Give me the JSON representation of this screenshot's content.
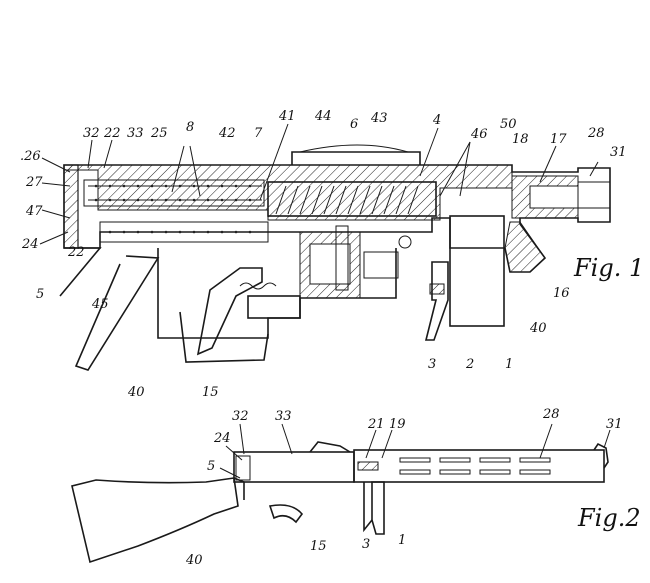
{
  "fig1": {
    "title": "Fig. 1",
    "labels": {
      "n26": ".26",
      "n32": "32",
      "n22a": "22",
      "n33": "33",
      "n25": "25",
      "n8": "8",
      "n42": "42",
      "n7": "7",
      "n41": "41",
      "n44": "44",
      "n6": "6",
      "n43": "43",
      "n4": "4",
      "n46": "46",
      "n50": "50",
      "n18": "18",
      "n17": "17",
      "n28": "28",
      "n31": "31",
      "n27": "27",
      "n47": "47",
      "n24": "24",
      "n22b": "22",
      "n5": "5",
      "n45": "45",
      "n40a": "40",
      "n15": "15",
      "n3": "3",
      "n2": "2",
      "n1": "1",
      "n40b": "40",
      "n16": "16"
    }
  },
  "fig2": {
    "title": "Fig.2",
    "labels": {
      "n32": "32",
      "n33": "33",
      "n21": "21",
      "n19": "19",
      "n28": "28",
      "n31": "31",
      "n24": "24",
      "n5": "5",
      "n15": "15",
      "n3": "3",
      "n1": "1",
      "n40": "40"
    }
  }
}
